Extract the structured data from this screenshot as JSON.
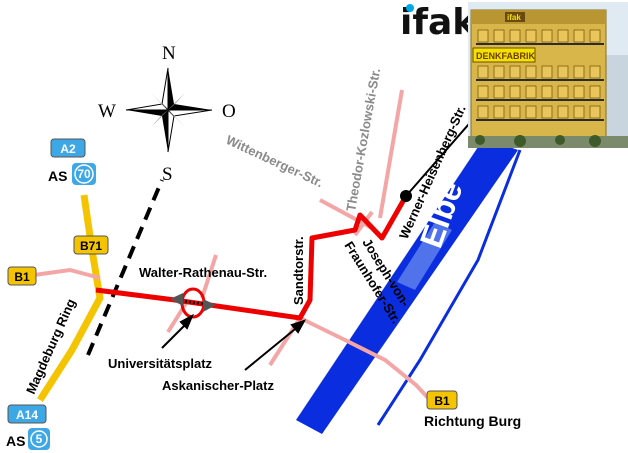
{
  "colors": {
    "route": "#ee0000",
    "secondary_road": "#f4a6a6",
    "motorway": "#f5c400",
    "rail": "#000000",
    "river": "#0a2de0",
    "badge_blue": "#3ea8e6",
    "badge_yellow": "#f5c400"
  },
  "logo": {
    "text": "ifak"
  },
  "compass": {
    "north": "N",
    "south": "S",
    "west": "W",
    "east": "O"
  },
  "badges": {
    "a2": "A2",
    "as_top": {
      "prefix": "AS",
      "number": "70"
    },
    "b71": "B71",
    "b1_left": "B1",
    "a14": "A14",
    "as_bottom": {
      "prefix": "AS",
      "number": "5"
    },
    "b1_right": "B1"
  },
  "labels": {
    "magdeburg_ring": "Magdeburg Ring",
    "walter_rathenau": "Walter-Rathenau-Str.",
    "universitaetsplatz": "Universitätsplatz",
    "askanischer_platz": "Askanischer-Platz",
    "sandtorstr": "Sandtorstr.",
    "joseph_von_1": "Joseph-von-",
    "joseph_von_2": "Fraunhofer-Str.",
    "werner_heisenberg": "Werner-Heisenberg-Str.",
    "wittenberger": "Wittenberger-Str.",
    "theodor_kozlowski": "Theodor-Kozlowski-Str.",
    "river": "Elbe",
    "richtung_burg": "Richtung Burg"
  },
  "building": {
    "sign": "DENKFABRIK",
    "rooftop_sign": "ifak"
  }
}
